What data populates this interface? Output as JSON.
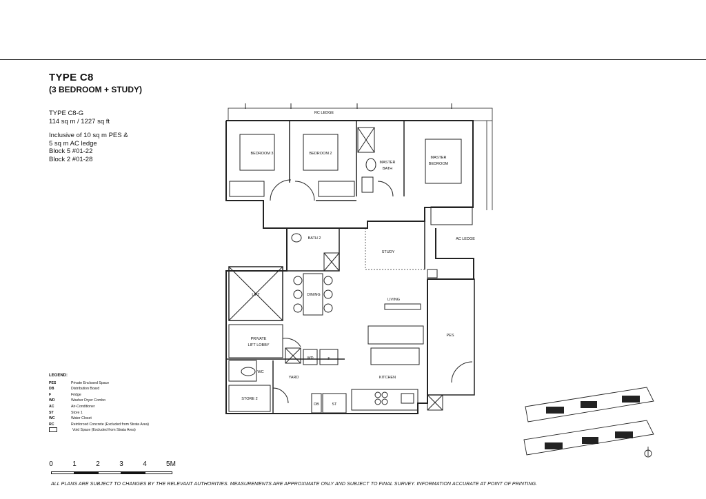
{
  "header": {
    "title": "TYPE  C8",
    "subtitle": "(3 BEDROOM + STUDY)"
  },
  "info": {
    "type_code": "TYPE C8-G",
    "area": "114 sq m / 1227 sq ft",
    "inclusive_line1": "Inclusive of 10 sq m PES &",
    "inclusive_line2": "5 sq m AC ledge",
    "block_a": "Block 5 #01-22",
    "block_b": "Block 2 #01-28"
  },
  "plan_labels": {
    "rc_ledge": "RC LEDGE",
    "bedroom3": "BEDROOM 3",
    "bedroom2": "BEDROOM 2",
    "master_bath_1": "MASTER",
    "master_bath_2": "BATH",
    "master_bedroom_1": "MASTER",
    "master_bedroom_2": "BEDROOM",
    "bath2": "BATH 2",
    "study": "STUDY",
    "ac_ledge": "AC LEDGE",
    "lift": "LIFT",
    "dining": "DINING",
    "living": "LIVING",
    "private_lift_lobby_1": "PRIVATE",
    "private_lift_lobby_2": "LIFT LOBBY",
    "pes": "PES",
    "wc": "WC",
    "yard": "YARD",
    "kitchen": "KITCHEN",
    "store2": "STORE 2",
    "wd": "WD",
    "fridge": "F",
    "db": "DB",
    "st": "ST"
  },
  "legend": {
    "heading": "LEGEND:",
    "items": [
      {
        "abbr": "PES",
        "text": "Private Enclosed Space"
      },
      {
        "abbr": "DB",
        "text": "Distribution Board"
      },
      {
        "abbr": "F",
        "text": "Fridge"
      },
      {
        "abbr": "WD",
        "text": "Washer Dryer Combo"
      },
      {
        "abbr": "AC",
        "text": "Air-Conditioner"
      },
      {
        "abbr": "ST",
        "text": "Store 1"
      },
      {
        "abbr": "WC",
        "text": "Water Closet"
      },
      {
        "abbr": "RC",
        "text": "Reinforced Concrete (Excluded from Strata Area)"
      }
    ],
    "void_text": "Void Space (Excluded from Strata Area)"
  },
  "scale_labels": [
    "0",
    "1",
    "2",
    "3",
    "4",
    "5M"
  ],
  "disclaimer": "ALL PLANS ARE SUBJECT TO CHANGES BY THE RELEVANT AUTHORITIES. MEASUREMENTS ARE APPROXIMATE ONLY AND SUBJECT TO FINAL SURVEY. INFORMATION ACCURATE AT POINT OF PRINTING."
}
